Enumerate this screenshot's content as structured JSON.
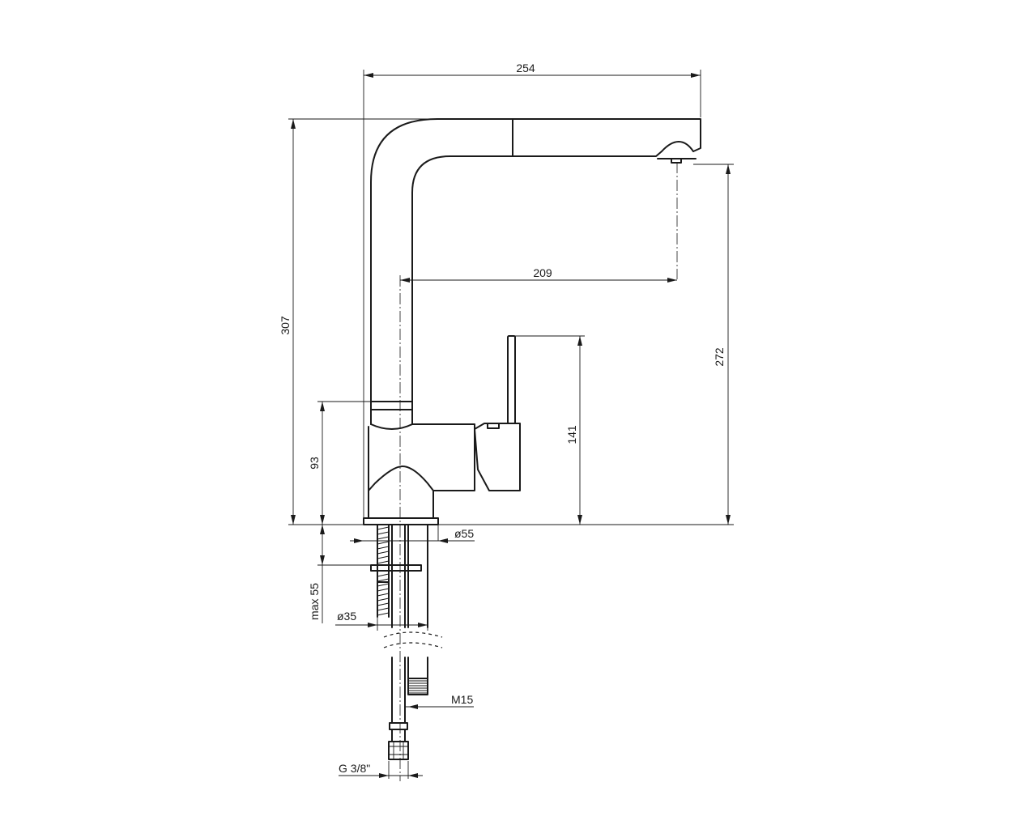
{
  "dimensions": {
    "overall_width": "254",
    "overall_height": "307",
    "spout_reach": "209",
    "spout_clearance": "272",
    "lever_height": "141",
    "body_height": "93",
    "base_diameter": "ø55",
    "max_thickness": "max 55",
    "hole_diameter": "ø35",
    "hose_thread": "M15",
    "connector_thread": "G 3/8\""
  },
  "colors": {
    "line": "#1a1a1a",
    "background": "#ffffff"
  }
}
